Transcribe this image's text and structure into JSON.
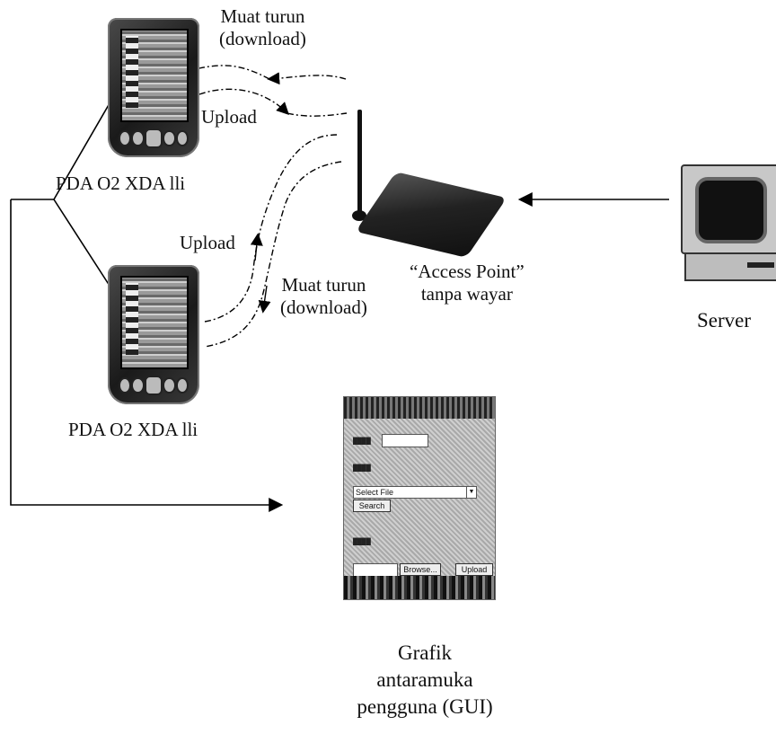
{
  "labels": {
    "download_top": "Muat turun\n(download)",
    "upload_top": "Upload",
    "pda_top": "PDA O2 XDA lli",
    "upload_bottom": "Upload",
    "download_bottom": "Muat turun\n(download)",
    "pda_bottom": "PDA O2 XDA lli",
    "access_point": "“Access Point”\ntanpa wayar",
    "server": "Server",
    "gui_caption": "Grafik\nantaramuka\npengguna (GUI)"
  },
  "gui_mock": {
    "select_value": "Select File",
    "search_button": "Search",
    "browse_button": "Browse...",
    "upload_button": "Upload"
  }
}
